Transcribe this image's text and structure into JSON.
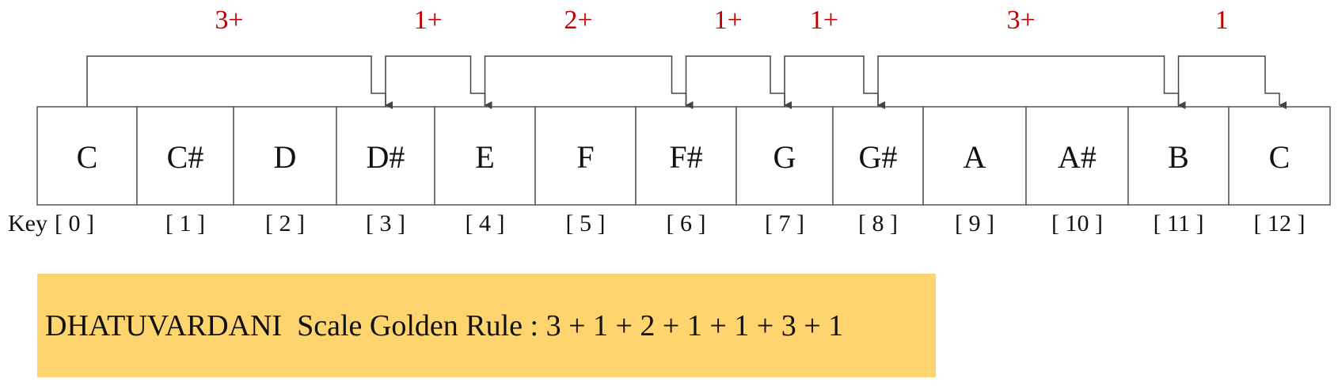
{
  "keys": [
    {
      "note": "C",
      "index": "[ 0 ]"
    },
    {
      "note": "C#",
      "index": "[ 1 ]"
    },
    {
      "note": "D",
      "index": "[ 2 ]"
    },
    {
      "note": "D#",
      "index": "[ 3 ]"
    },
    {
      "note": "E",
      "index": "[ 4 ]"
    },
    {
      "note": "F",
      "index": "[ 5 ]"
    },
    {
      "note": "F#",
      "index": "[ 6 ]"
    },
    {
      "note": "G",
      "index": "[ 7 ]"
    },
    {
      "note": "G#",
      "index": "[ 8 ]"
    },
    {
      "note": "A",
      "index": "[ 9 ]"
    },
    {
      "note": "A#",
      "index": "[ 10 ]"
    },
    {
      "note": "B",
      "index": "[ 11 ]"
    },
    {
      "note": "C",
      "index": "[ 12 ]"
    }
  ],
  "key_prefix": "Key",
  "jumps": [
    {
      "from": 0,
      "to": 3,
      "label": "3+"
    },
    {
      "from": 3,
      "to": 4,
      "label": "1+"
    },
    {
      "from": 4,
      "to": 6,
      "label": "2+"
    },
    {
      "from": 6,
      "to": 7,
      "label": "1+"
    },
    {
      "from": 7,
      "to": 8,
      "label": "1+"
    },
    {
      "from": 8,
      "to": 11,
      "label": "3+"
    },
    {
      "from": 11,
      "to": 12,
      "label": "1"
    }
  ],
  "rule": {
    "text": "DHATUVARDANI  Scale Golden Rule : 3 + 1 + 2 + 1 + 1 + 3 + 1"
  },
  "colors": {
    "interval_label": "#c00000",
    "rule_background": "#fdd46d",
    "line": "#444444"
  }
}
